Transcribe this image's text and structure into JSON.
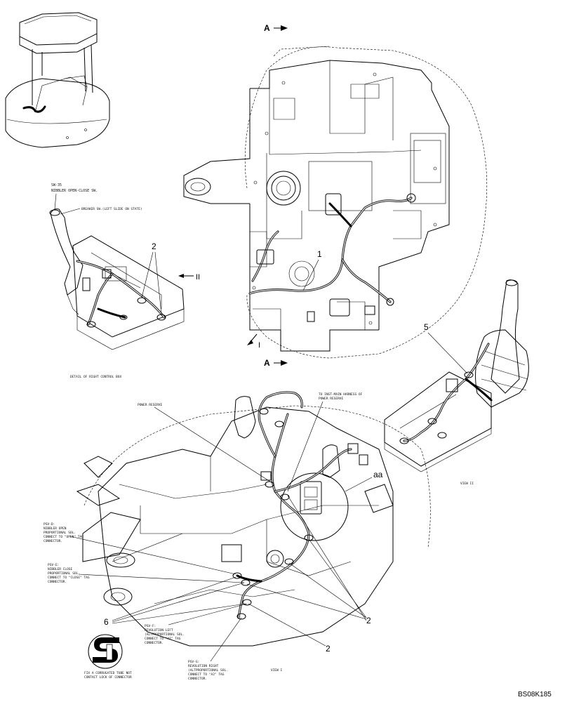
{
  "view_marks": {
    "a_top": "A",
    "a_bottom": "A",
    "arrow_ii": "II",
    "arrow_i": "I"
  },
  "labels": {
    "sw35_title": "SW-35",
    "sw35_desc": "NIBBLER OPEN-CLOSE SW.",
    "breaker_sw": "BREAKER SW.(LEFT SLIDE ON STATE)",
    "right_control_box": "DETAIL OF RIGHT CONTROL BOX",
    "to_inst_main": "TO INST-MAIN HARNESS OF",
    "power_reserve_2": "POWER RESERVE",
    "power_reserve": "POWER RESERVE",
    "view_ii": "VIEW II",
    "view_i": "VIEW I",
    "psv_d_title": "PSV-D:",
    "psv_d_l1": "NIBBLER OPEN",
    "psv_d_l2": "PROPORTIONAL SOL.",
    "psv_d_l3": "CONNECT TO \"OPEN\" TAG",
    "psv_d_l4": "CONNECTOR.",
    "psv_e_title": "PSV-E:",
    "psv_e_l1": "NIBBLER CLOSE",
    "psv_e_l2": "PROPORTIONAL SOL.",
    "psv_e_l3": "CONNECT TO \"CLOSE\" TAG",
    "psv_e_l4": "CONNECTOR.",
    "psv_f_title": "PSV-F:",
    "psv_f_l1": "REVOLUTION LEFT",
    "psv_f_l2": "(ALTPROPORTIONAL SOL.",
    "psv_f_l3": "CONNECT TO \"A1\" TAG",
    "psv_f_l4": "CONNECTOR.",
    "psv_g_title": "PSV-G:",
    "psv_g_l1": "REVOLUTION RIGHT",
    "psv_g_l2": "(ALTPROPORTIONAL SOL.",
    "psv_g_l3": "CONNECT TO \"A2\" TAG",
    "psv_g_l4": "CONNECTOR.",
    "corrugated_l1": "FIX A CORRUGATED TUBE NOT",
    "corrugated_l2": "CONTACT LOCK OF CONNECTOR",
    "drawing_id": "BS08K185"
  },
  "callouts": {
    "c1": "1",
    "c2_top": "2",
    "c2_right": "2",
    "c2_bottom": "2",
    "c5": "5",
    "c6": "6",
    "caa": "aa"
  }
}
